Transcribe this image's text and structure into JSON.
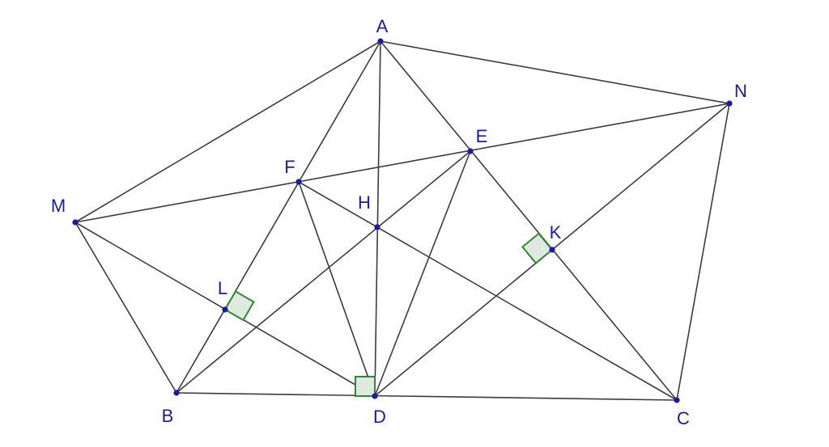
{
  "diagram": {
    "points": [
      {
        "id": "A",
        "label": "A"
      },
      {
        "id": "B",
        "label": "B"
      },
      {
        "id": "C",
        "label": "C"
      },
      {
        "id": "D",
        "label": "D"
      },
      {
        "id": "E",
        "label": "E"
      },
      {
        "id": "F",
        "label": "F"
      },
      {
        "id": "H",
        "label": "H"
      },
      {
        "id": "K",
        "label": "K"
      },
      {
        "id": "L",
        "label": "L"
      },
      {
        "id": "M",
        "label": "M"
      },
      {
        "id": "N",
        "label": "N"
      }
    ],
    "segments": [
      [
        "A",
        "B"
      ],
      [
        "A",
        "C"
      ],
      [
        "B",
        "C"
      ],
      [
        "A",
        "D"
      ],
      [
        "B",
        "E"
      ],
      [
        "C",
        "F"
      ],
      [
        "A",
        "M"
      ],
      [
        "M",
        "B"
      ],
      [
        "A",
        "N"
      ],
      [
        "N",
        "C"
      ],
      [
        "M",
        "N"
      ],
      [
        "M",
        "D"
      ],
      [
        "N",
        "D"
      ],
      [
        "F",
        "D"
      ],
      [
        "E",
        "D"
      ]
    ],
    "right_angles": [
      {
        "at": "D",
        "name": "right-angle-d"
      },
      {
        "at": "L",
        "name": "right-angle-l"
      },
      {
        "at": "K",
        "name": "right-angle-k"
      }
    ]
  }
}
